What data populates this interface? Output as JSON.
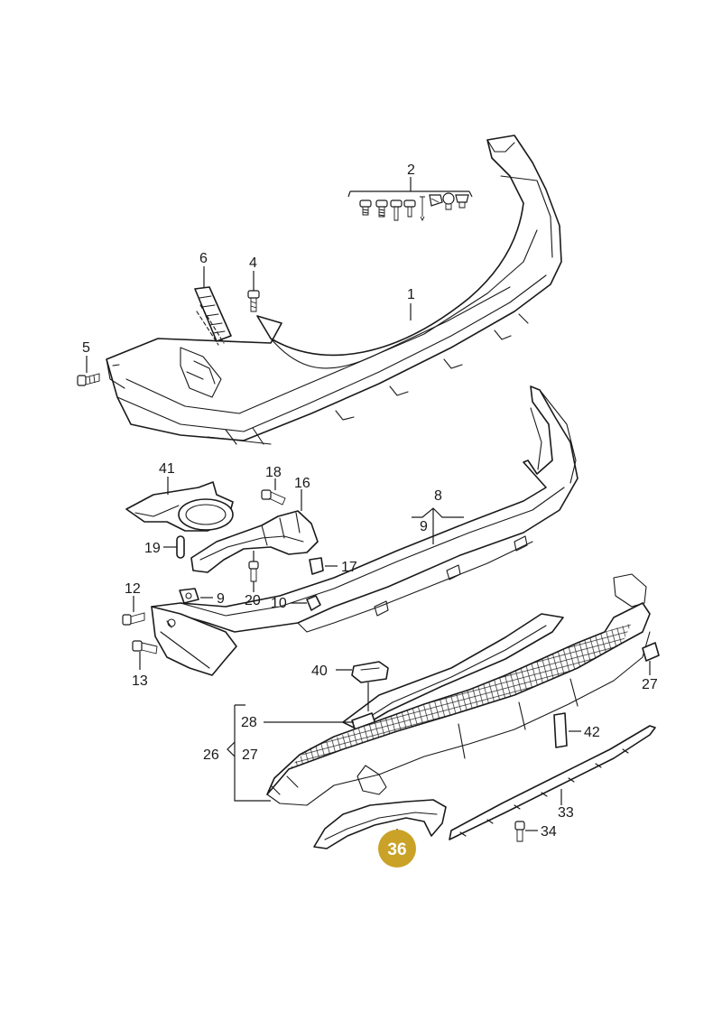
{
  "highlight": {
    "number": "36",
    "color": "#C9A227"
  },
  "callouts": {
    "c1": "1",
    "c2": "2",
    "c4": "4",
    "c5": "5",
    "c6": "6",
    "c8": "8",
    "c9a": "9",
    "c9b": "9",
    "c10": "10",
    "c12": "12",
    "c13": "13",
    "c16": "16",
    "c17": "17",
    "c18": "18",
    "c19": "19",
    "c20": "20",
    "c26": "26",
    "c27a": "27",
    "c27b": "27",
    "c28": "28",
    "c33": "33",
    "c34": "34",
    "c40": "40",
    "c41": "41",
    "c42": "42"
  }
}
